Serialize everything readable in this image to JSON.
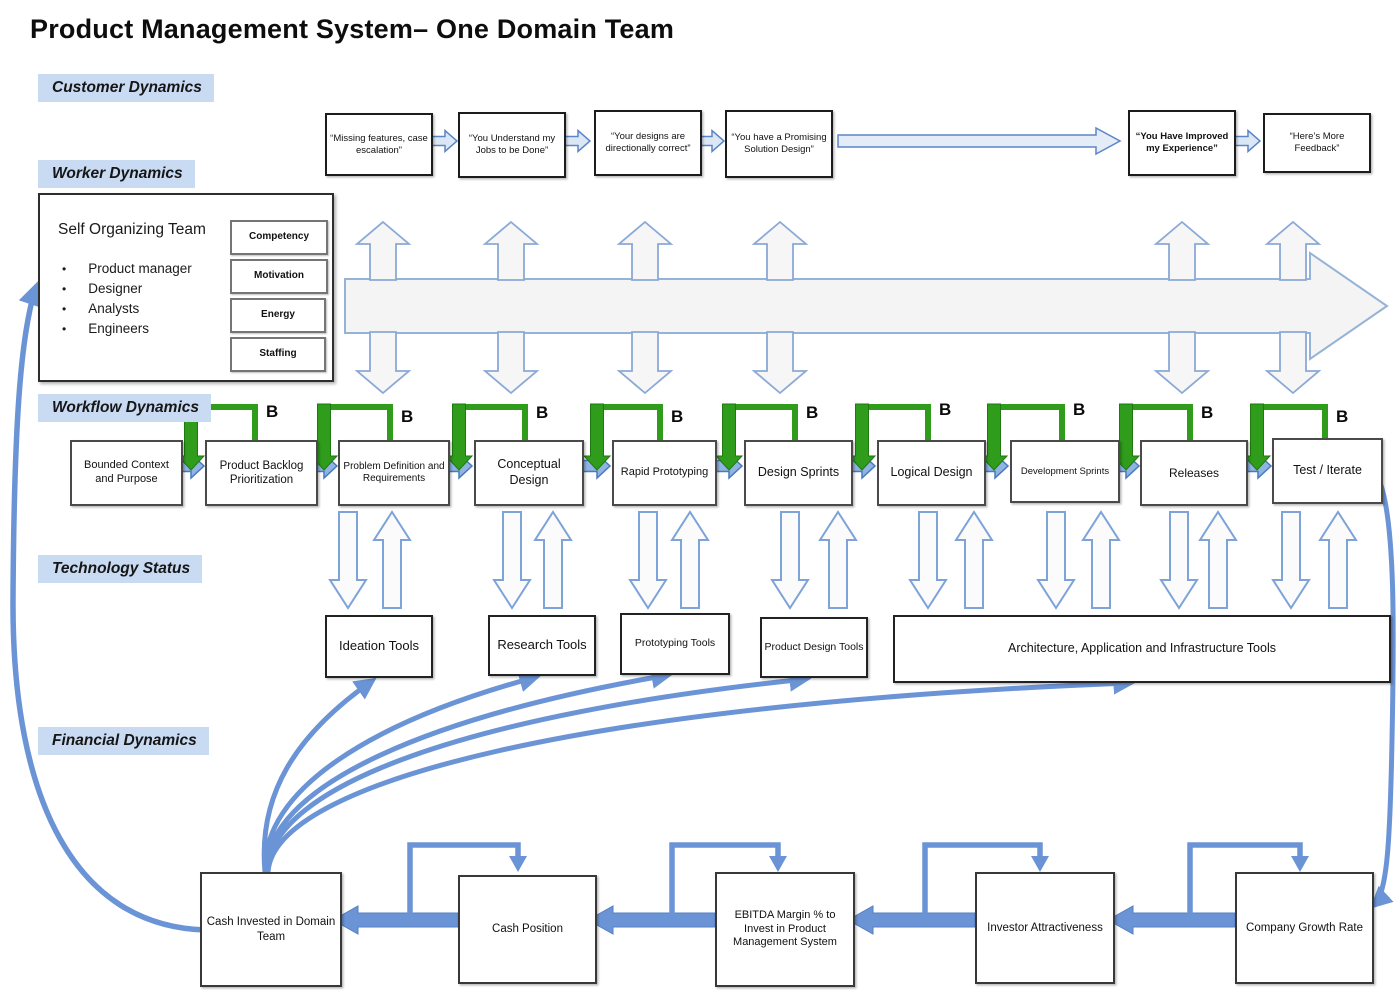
{
  "title": "Product Management System– One Domain Team",
  "sections": {
    "customer": "Customer Dynamics",
    "worker": "Worker Dynamics",
    "workflow": "Workflow Dynamics",
    "technology": "Technology Status",
    "financial": "Financial Dynamics"
  },
  "customer": {
    "quotes": [
      "“Missing features, case escalation”",
      "“You Understand my Jobs to be Done”",
      "“Your designs are directionally correct”",
      "“You have a Promising Solution Design”",
      "“You Have Improved my Experience”",
      "“Here’s More Feedback”"
    ]
  },
  "worker": {
    "team_title": "Self Organizing Team",
    "members": [
      "Product manager",
      "Designer",
      "Analysts",
      "Engineers"
    ],
    "attributes": [
      "Competency",
      "Motivation",
      "Energy",
      "Staffing"
    ]
  },
  "workflow": {
    "loop_label": "B",
    "steps": [
      "Bounded Context and Purpose",
      "Product Backlog Prioritization",
      "Problem Definition and Requirements",
      "Conceptual Design",
      "Rapid Prototyping",
      "Design Sprints",
      "Logical Design",
      "Development Sprints",
      "Releases",
      "Test / Iterate"
    ]
  },
  "technology": {
    "tools": [
      "Ideation Tools",
      "Research Tools",
      "Prototyping Tools",
      "Product Design Tools",
      "Architecture, Application and Infrastructure Tools"
    ]
  },
  "financial": {
    "nodes": [
      "Cash Invested in Domain Team",
      "Cash Position",
      "EBITDA Margin % to Invest in Product Management System",
      "Investor Attractiveness",
      "Company Growth Rate"
    ]
  },
  "colors": {
    "loop_green": "#2f9c1c",
    "flow_blue": "#6b94d6",
    "label_bg": "#c9daf3"
  }
}
